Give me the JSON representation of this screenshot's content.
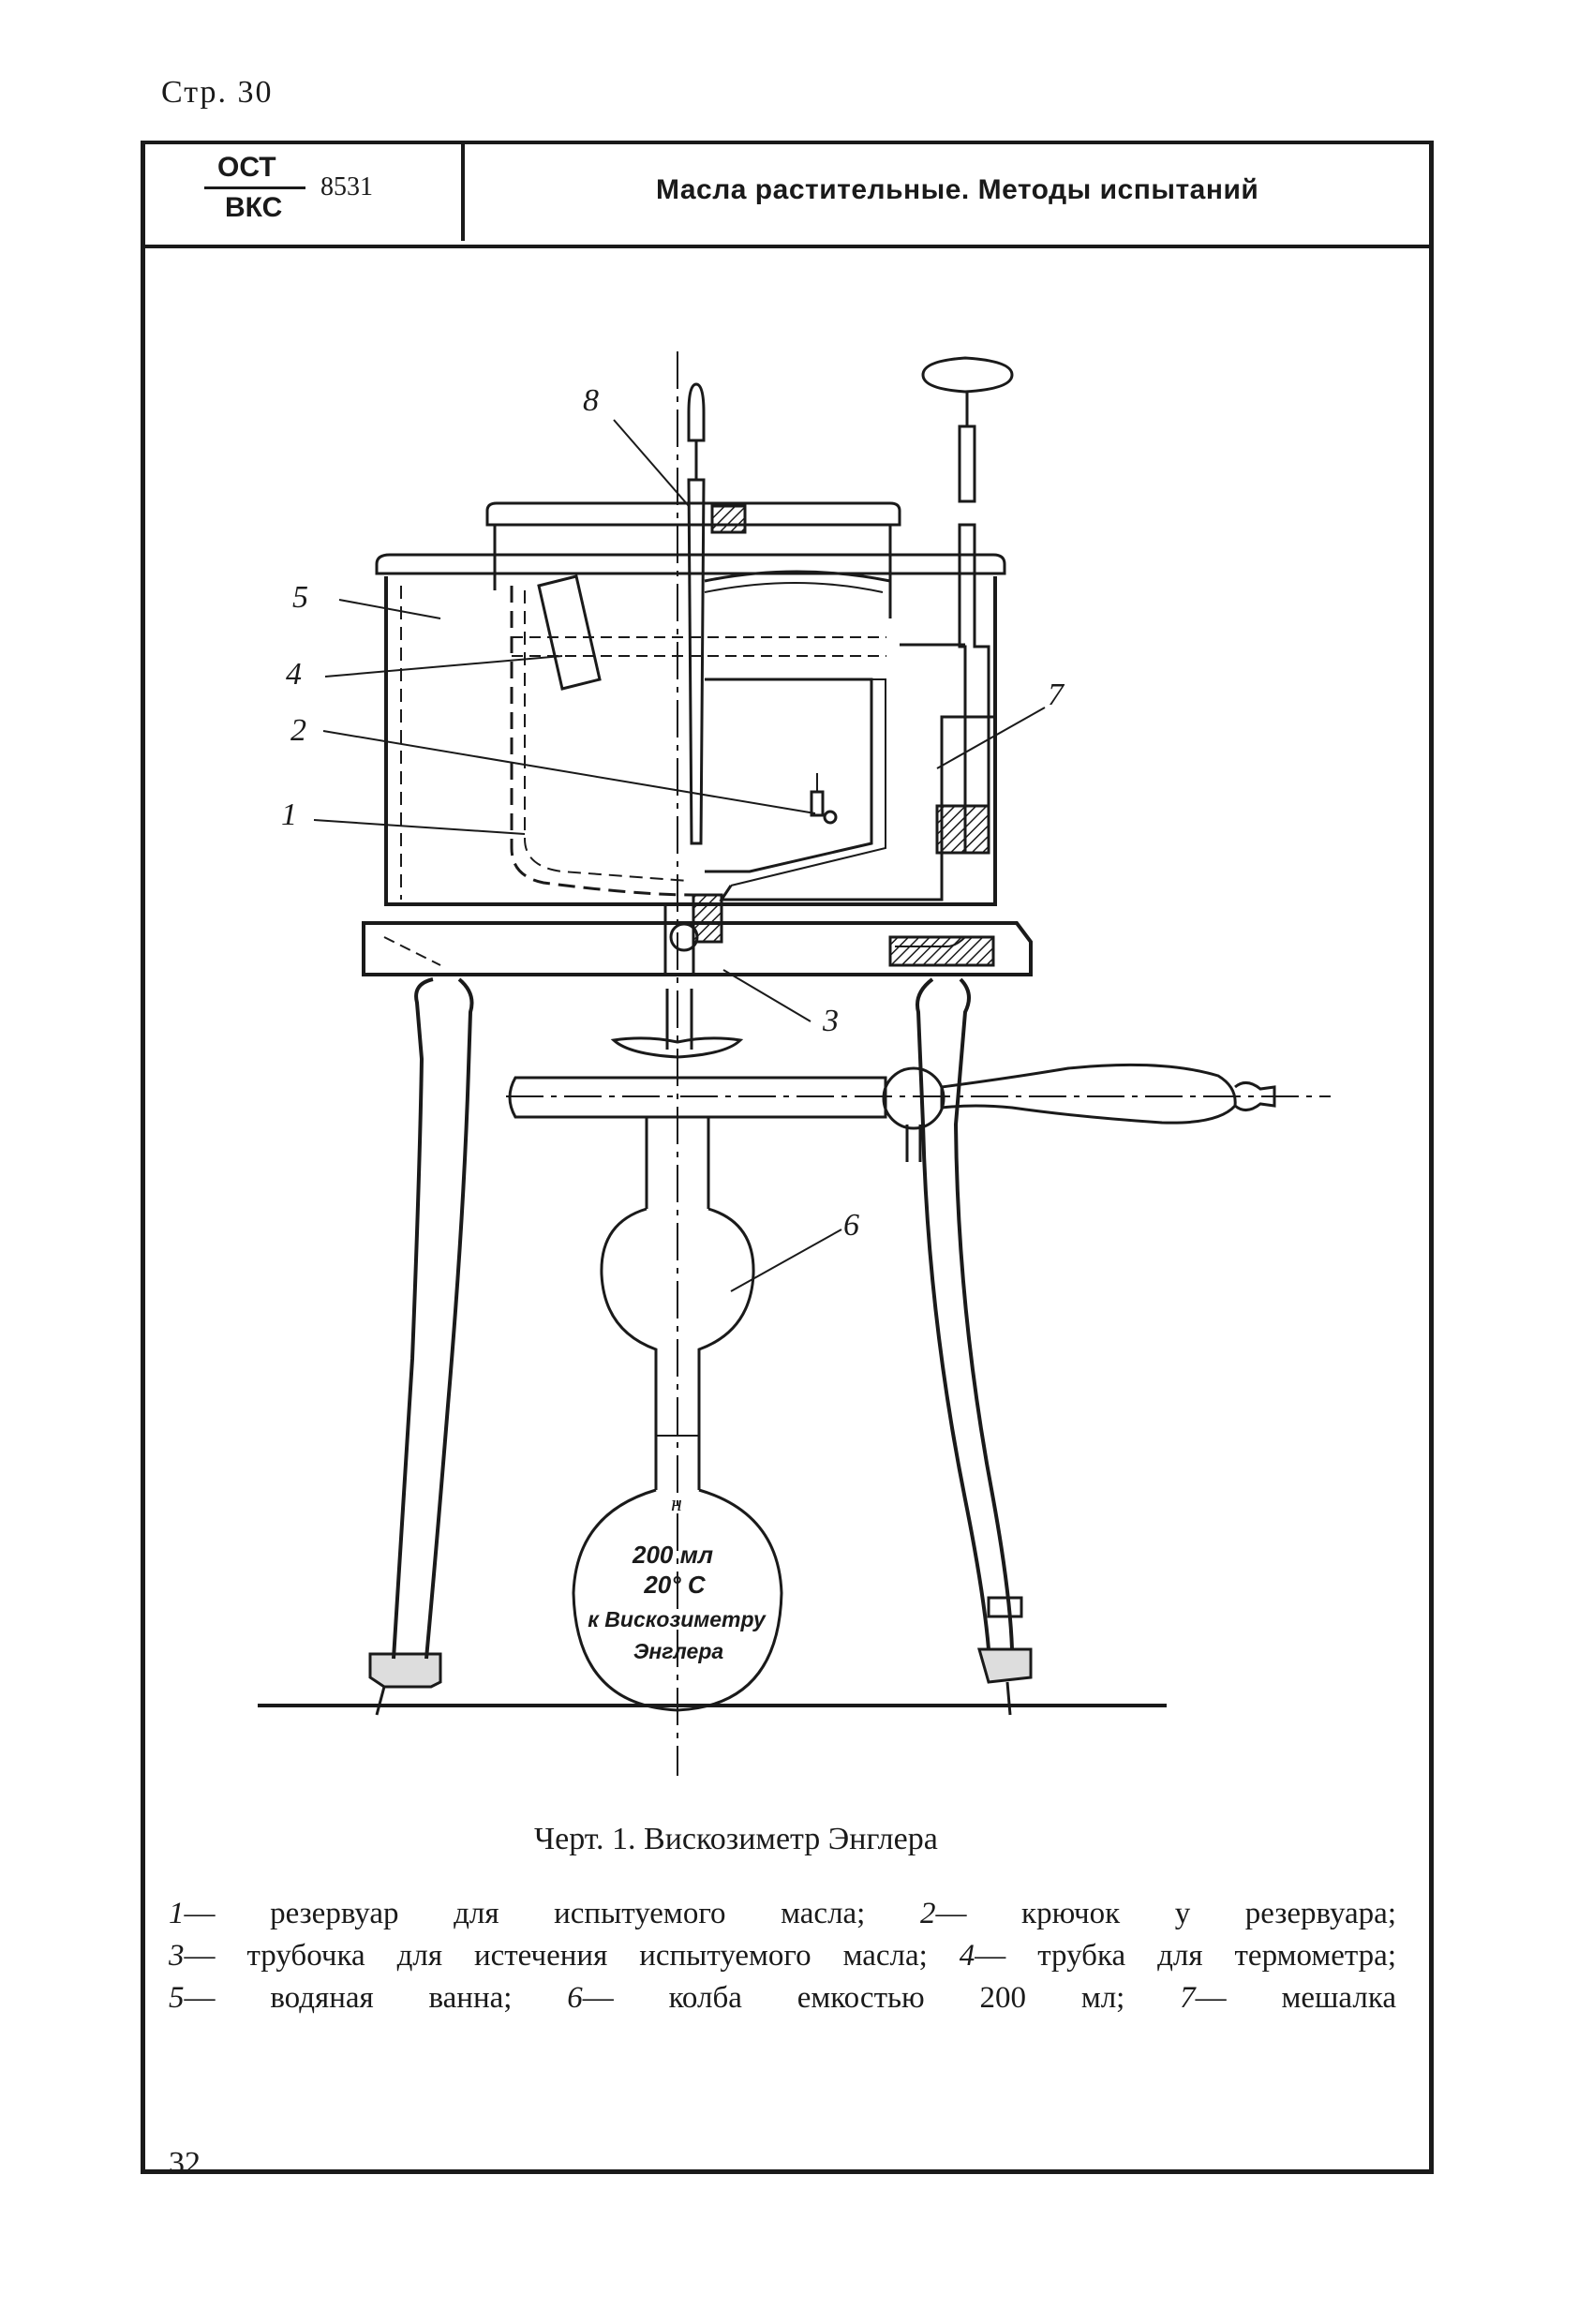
{
  "page": {
    "number_top": "Стр. 30",
    "number_bottom": "32"
  },
  "header": {
    "code_top": "ОСТ",
    "code_bottom": "ВКС",
    "number": "8531",
    "title": "Масла растительные. Методы испытаний"
  },
  "figure": {
    "caption": "Черт. 1. Вискозиметр Энглера",
    "labels": {
      "l1": "1",
      "l2": "2",
      "l3": "3",
      "l4": "4",
      "l5": "5",
      "l6": "6",
      "l7": "7",
      "l8": "8",
      "h": "н"
    },
    "flask_text": [
      "200 мл",
      "20° С",
      "к Вискозиметру",
      "Энглера"
    ]
  },
  "legend": [
    {
      "num": "1",
      "text": "— резервуар для испытуемого масла;"
    },
    {
      "num": "2",
      "text": "— крючок у резервуара;"
    },
    {
      "num": "3",
      "text": "— трубочка для истечения испытуемого масла;"
    },
    {
      "num": "4",
      "text": "— трубка для термометра;"
    },
    {
      "num": "5",
      "text": "— водяная ванна;"
    },
    {
      "num": "6",
      "text": "— колба емкостью 200 мл;"
    },
    {
      "num": "7",
      "text": "— мешалка"
    }
  ]
}
